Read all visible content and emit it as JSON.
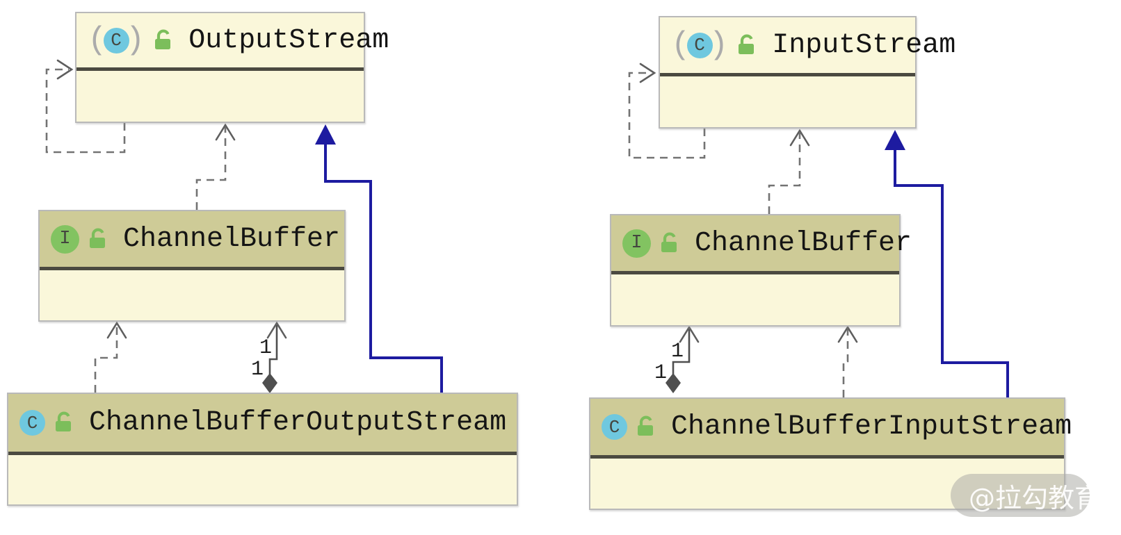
{
  "classes": [
    {
      "name": "OutputStream",
      "stereotype": "abstract-class",
      "visibility": "public"
    },
    {
      "name": "ChannelBuffer",
      "stereotype": "interface",
      "visibility": "public"
    },
    {
      "name": "ChannelBufferOutputStream",
      "stereotype": "class",
      "visibility": "public"
    },
    {
      "name": "InputStream",
      "stereotype": "abstract-class",
      "visibility": "public"
    },
    {
      "name": "ChannelBuffer",
      "stereotype": "interface",
      "visibility": "public"
    },
    {
      "name": "ChannelBufferInputStream",
      "stereotype": "class",
      "visibility": "public"
    }
  ],
  "icons": {
    "abstract_class_letter": "C",
    "abstract_paren_open": "(",
    "abstract_paren_close": ")",
    "class_letter": "C",
    "interface_letter": "I",
    "lock_meaning": "public-visibility-open-lock"
  },
  "relationships": [
    {
      "from": "OutputStream",
      "to": "OutputStream",
      "type": "self-dependency",
      "style": "dashed-gray"
    },
    {
      "from": "ChannelBuffer",
      "to": "OutputStream",
      "type": "dependency",
      "style": "dashed-gray"
    },
    {
      "from": "ChannelBufferOutputStream",
      "to": "OutputStream",
      "type": "inheritance",
      "style": "solid-navy-filled-triangle"
    },
    {
      "from": "ChannelBufferOutputStream",
      "to": "ChannelBuffer",
      "type": "dependency",
      "style": "dashed-gray"
    },
    {
      "from": "ChannelBufferOutputStream",
      "to": "ChannelBuffer",
      "type": "aggregation",
      "style": "solid-gray-filled-diamond",
      "multiplicity_source": "1",
      "multiplicity_target": "1"
    },
    {
      "from": "InputStream",
      "to": "InputStream",
      "type": "self-dependency",
      "style": "dashed-gray"
    },
    {
      "from": "ChannelBuffer",
      "to": "InputStream",
      "type": "dependency",
      "style": "dashed-gray"
    },
    {
      "from": "ChannelBufferInputStream",
      "to": "InputStream",
      "type": "inheritance",
      "style": "solid-navy-filled-triangle"
    },
    {
      "from": "ChannelBufferInputStream",
      "to": "ChannelBuffer",
      "type": "dependency",
      "style": "dashed-gray"
    },
    {
      "from": "ChannelBufferInputStream",
      "to": "ChannelBuffer",
      "type": "aggregation",
      "style": "solid-gray-filled-diamond",
      "multiplicity_source": "1",
      "multiplicity_target": "1"
    }
  ],
  "labels": {
    "left_agg_upper": "1",
    "left_agg_lower": "1",
    "right_agg_upper": "1",
    "right_agg_lower": "1"
  },
  "watermark": {
    "text": "@拉勾教育"
  },
  "colors": {
    "box_body": "#faf7da",
    "box_header_highlight": "#cecb97",
    "box_border": "#b9b9b9",
    "separator": "#4b4a40",
    "inheritance_navy": "#1d1ba0",
    "dashed_gray": "#737373",
    "class_icon_blue": "#6fc8df",
    "interface_icon_green": "#82c361",
    "lock_green": "#7cbe5b"
  }
}
